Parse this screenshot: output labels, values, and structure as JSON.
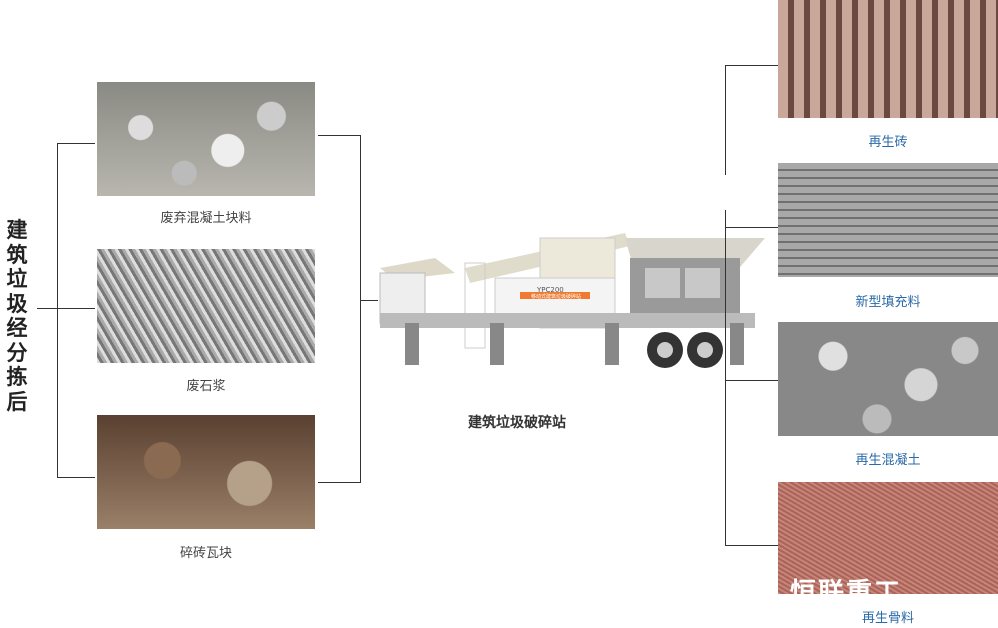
{
  "title": "建筑垃圾经分拣后",
  "inputs": [
    {
      "label": "废弃混凝土块料"
    },
    {
      "label": "废石浆"
    },
    {
      "label": "碎砖瓦块"
    }
  ],
  "station": {
    "label": "建筑垃圾破碎站",
    "model": "YPC200",
    "banner": "移动式建筑垃圾破碎站"
  },
  "outputs": [
    {
      "label": "再生砖"
    },
    {
      "label": "新型填充料"
    },
    {
      "label": "再生混凝土"
    },
    {
      "label": "再生骨料"
    }
  ],
  "watermark": "恒联重工"
}
